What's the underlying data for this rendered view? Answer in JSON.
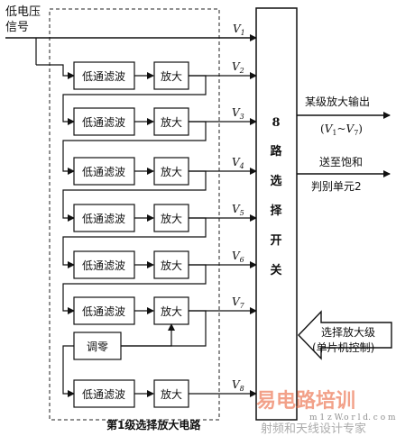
{
  "input": {
    "line1": "低电压",
    "line2": "信号"
  },
  "stages": [
    {
      "filter": "低通滤波",
      "amp": "放大",
      "v": "V",
      "sub": "2"
    },
    {
      "filter": "低通滤波",
      "amp": "放大",
      "v": "V",
      "sub": "3"
    },
    {
      "filter": "低通滤波",
      "amp": "放大",
      "v": "V",
      "sub": "4"
    },
    {
      "filter": "低通滤波",
      "amp": "放大",
      "v": "V",
      "sub": "5"
    },
    {
      "filter": "低通滤波",
      "amp": "放大",
      "v": "V",
      "sub": "6"
    },
    {
      "filter": "低通滤波",
      "amp": "放大",
      "v": "V",
      "sub": "7"
    },
    {
      "filter": "低通滤波",
      "amp": "放大",
      "v": "V",
      "sub": "8"
    }
  ],
  "v1": {
    "v": "V",
    "sub": "1"
  },
  "zero_label": "调零",
  "switch_chars": [
    "8",
    "路",
    "选",
    "择",
    "开",
    "关"
  ],
  "output": {
    "label": "某级放大输出",
    "range_open": "(",
    "range_v1": "V",
    "range_s1": "1",
    "range_tilde": "~",
    "range_v2": "V",
    "range_s2": "7",
    "range_close": ")",
    "sat_line1": "送至饱和",
    "sat_line2": "判别单元2"
  },
  "control": {
    "line1": "选择放大级",
    "line2": "(单片机控制)"
  },
  "caption": "第1级选择放大电路",
  "watermark": {
    "main": "易电路培训",
    "sub": "射频和天线设计专家",
    "url": "m 1 z W.o r l d. c o m"
  }
}
